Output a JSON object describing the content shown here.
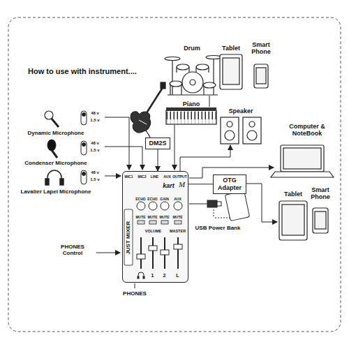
{
  "diagram": {
    "title": "How to use with instrument....",
    "nodes": [
      {
        "text": [
          "DM2S"
        ]
      },
      {
        "text": [
          "MIC1",
          "MIC2",
          "LINE",
          "AUX",
          "OUTPUT",
          "kart",
          "M",
          "JUST MIXER",
          "ECHO",
          "ECHO",
          "GAIN",
          "AUX",
          "MUTE",
          "MUTE",
          "MUTE",
          "MUTE",
          "VOLUME",
          "MASTER",
          "1",
          "2",
          "L"
        ]
      },
      {
        "text": [
          "OTG Adapter"
        ]
      }
    ],
    "edges": [
      {
        "from": 0,
        "to": 1,
        "arrow": "to"
      },
      {
        "from": 1,
        "to": 2,
        "arrow": "none"
      }
    ],
    "labels": [
      "Drum",
      "Tablet",
      "Smart Phone",
      "Speaker",
      "Piano",
      "Computer & NoteBook",
      "Tablet",
      "Smart Phone",
      "Dynamic Microphone",
      "48 v",
      "1.5 v",
      "Condenser Microphone",
      "48 v",
      "1.5 v",
      "Lavalier Lapel Microphone",
      "48 v",
      "1.5 v",
      "USB Power Bank",
      "PHONES Control",
      "PHONES"
    ]
  }
}
